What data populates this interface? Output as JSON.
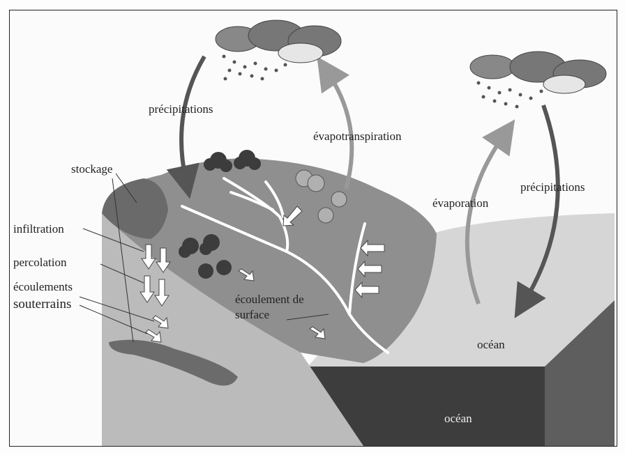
{
  "labels": {
    "precip_left": "précipitations",
    "evapotranspiration": "évapotranspiration",
    "stockage": "stockage",
    "infiltration": "infiltration",
    "percolation": "percolation",
    "ecoulements": "écoulements",
    "souterrains": "souterrains",
    "ecoulement_surface_1": "écoulement de",
    "ecoulement_surface_2": "surface",
    "evaporation": "évaporation",
    "precip_right": "précipitations",
    "ocean_surface": "océan",
    "ocean_depth": "océan"
  },
  "colors": {
    "land_top": "#8d8d8d",
    "land_side": "#b9b9b9",
    "storage": "#6a6a6a",
    "ocean_top": "#d4d4d4",
    "ocean_side": "#5c5c5c",
    "ocean_front": "#3c3c3c",
    "arrow_dark": "#555555",
    "arrow_light": "#9a9a9a",
    "cloud": "#7a7a7a"
  }
}
